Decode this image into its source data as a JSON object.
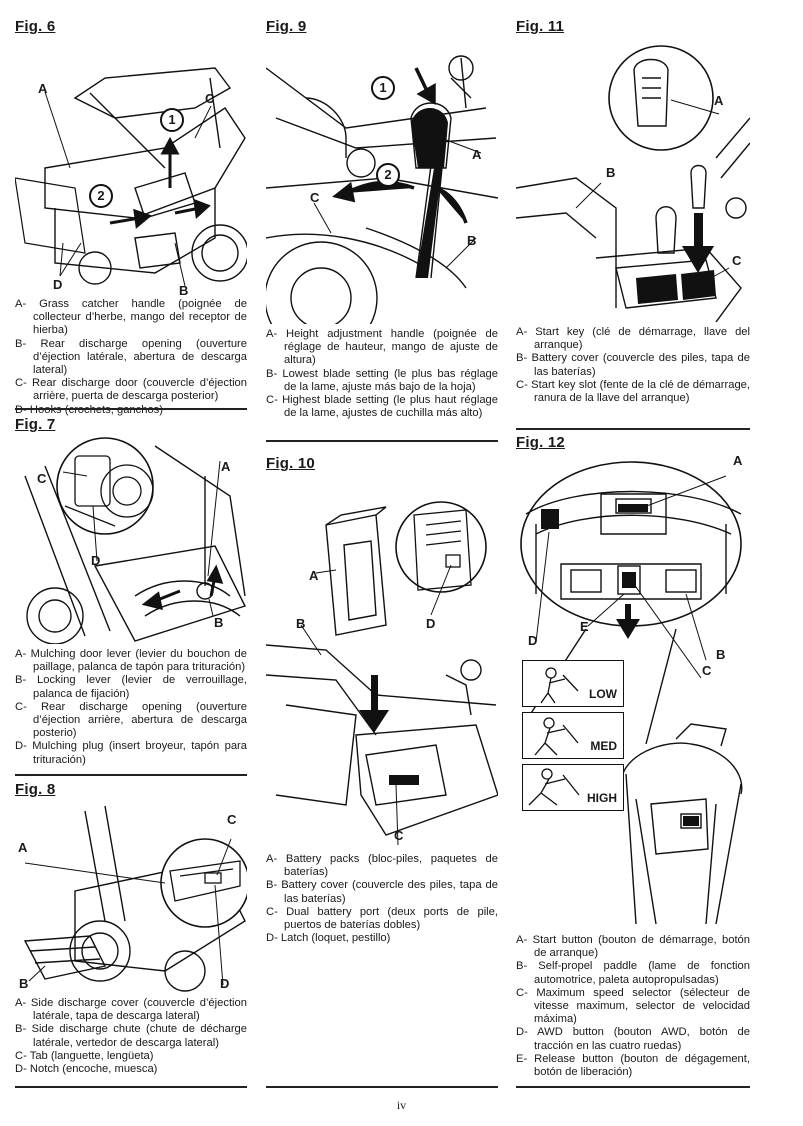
{
  "fig6": {
    "title": "Fig. 6",
    "callouts": [
      "A",
      "B",
      "C",
      "D"
    ],
    "steps": [
      "1",
      "2"
    ],
    "captions": [
      {
        "letter": "A",
        "text": "- Grass catcher handle (poignée de collecteur d’herbe, mango del receptor de hierba)"
      },
      {
        "letter": "B",
        "text": "- Rear discharge opening (ouverture d’éjection latérale, abertura de descarga lateral)"
      },
      {
        "letter": "C",
        "text": "- Rear discharge door (couvercle d’éjection arrière, puerta de descarga posterior)"
      },
      {
        "letter": "D",
        "text": "- Hooks (crochets, ganchos)"
      }
    ]
  },
  "fig7": {
    "title": "Fig. 7",
    "callouts": [
      "A",
      "B",
      "C",
      "D"
    ],
    "captions": [
      {
        "letter": "A",
        "text": "- Mulching door lever (levier du bouchon de paillage, palanca de tapón para trituración)"
      },
      {
        "letter": "B",
        "text": "- Locking lever (levier de verrouillage, palanca de fijación)"
      },
      {
        "letter": "C",
        "text": "- Rear discharge opening (ouverture d’éjection arrière, abertura de descarga posterio)"
      },
      {
        "letter": "D",
        "text": "- Mulching plug (insert broyeur, tapón para trituración)"
      }
    ]
  },
  "fig8": {
    "title": "Fig. 8",
    "callouts": [
      "A",
      "B",
      "C",
      "D"
    ],
    "captions": [
      {
        "letter": "A",
        "text": "- Side discharge cover (couvercle d’éjection latérale, tapa de descarga lateral)"
      },
      {
        "letter": "B",
        "text": "- Side discharge chute (chute de décharge latérale, vertedor de descarga lateral)"
      },
      {
        "letter": "C",
        "text": "- Tab (languette, lengüeta)"
      },
      {
        "letter": "D",
        "text": "- Notch (encoche, muesca)"
      }
    ]
  },
  "fig9": {
    "title": "Fig. 9",
    "callouts": [
      "A",
      "B",
      "C"
    ],
    "steps": [
      "1",
      "2"
    ],
    "captions": [
      {
        "letter": "A",
        "text": "- Height adjustment handle (poignée de réglage de hauteur, mango de ajuste de altura)"
      },
      {
        "letter": "B",
        "text": "- Lowest blade setting (le plus bas réglage de la lame, ajuste más bajo de la hoja)"
      },
      {
        "letter": "C",
        "text": "- Highest blade setting (le plus haut réglage de la lame, ajustes de cuchilla más alto)"
      }
    ]
  },
  "fig10": {
    "title": "Fig. 10",
    "callouts": [
      "A",
      "B",
      "C",
      "D"
    ],
    "captions": [
      {
        "letter": "A",
        "text": "- Battery packs (bloc-piles, paquetes de baterías)"
      },
      {
        "letter": "B",
        "text": "- Battery cover (couvercle des piles, tapa de las baterías)"
      },
      {
        "letter": "C",
        "text": "- Dual battery port (deux ports de pile, puertos de baterías dobles)"
      },
      {
        "letter": "D",
        "text": "- Latch (loquet, pestillo)"
      }
    ]
  },
  "fig11": {
    "title": "Fig. 11",
    "callouts": [
      "A",
      "B",
      "C"
    ],
    "captions": [
      {
        "letter": "A",
        "text": "- Start key (clé de démarrage, llave del arranque)"
      },
      {
        "letter": "B",
        "text": "- Battery cover (couvercle des piles, tapa de las baterías)"
      },
      {
        "letter": "C",
        "text": "- Start key slot (fente de la clé de démarrage, ranura de la llave del arranque)"
      }
    ]
  },
  "fig12": {
    "title": "Fig. 12",
    "callouts": [
      "A",
      "B",
      "C",
      "D",
      "E"
    ],
    "speeds": [
      "LOW",
      "MED",
      "HIGH"
    ],
    "captions": [
      {
        "letter": "A",
        "text": "- Start button (bouton de démarrage, botón de arranque)"
      },
      {
        "letter": "B",
        "text": "- Self-propel paddle (lame de fonction automotrice, paleta autopropulsadas)"
      },
      {
        "letter": "C",
        "text": "- Maximum speed selector (sélecteur de vitesse maximum, selector de velocidad máxima)"
      },
      {
        "letter": "D",
        "text": "- AWD button (bouton AWD, botón de tracción en las cuatro ruedas)"
      },
      {
        "letter": "E",
        "text": "- Release button (bouton de dégagement, botón de liberación)"
      }
    ]
  },
  "page": {
    "number": "iv"
  }
}
